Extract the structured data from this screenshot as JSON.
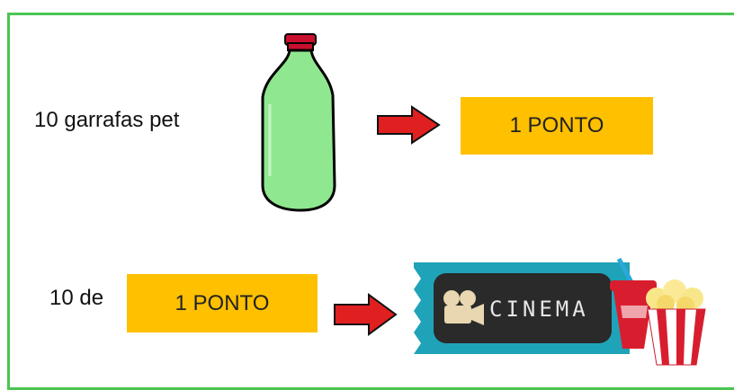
{
  "rows": [
    {
      "label": "10 garrafas pet",
      "result": "1 PONTO",
      "icons": [
        "pet-bottle-icon",
        "right-arrow-icon"
      ]
    },
    {
      "label": "10 de",
      "badge": "1 PONTO",
      "ticket": "CINEMA",
      "icons": [
        "right-arrow-icon",
        "cinema-ticket-icon",
        "movie-camera-icon",
        "soda-cup-icon",
        "popcorn-icon"
      ]
    }
  ],
  "colors": {
    "frame": "#4cc552",
    "badge": "#ffc000",
    "arrow": "#e02020",
    "bottle": "#8fe88f",
    "ticket": "#1fa3b8"
  }
}
